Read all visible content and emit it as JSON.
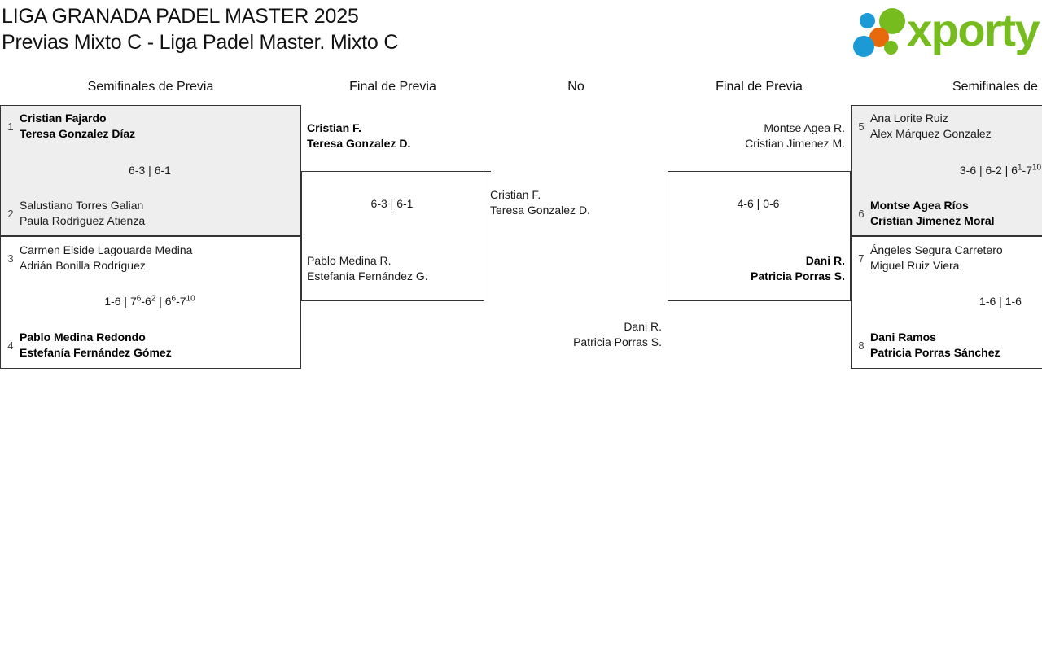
{
  "header": {
    "title_line1": "LIGA GRANADA PADEL MASTER 2025",
    "title_line2": "Previas Mixto C - Liga Padel Master. Mixto C",
    "logo_word": "xporty",
    "logo_colors": {
      "green": "#77bc1f",
      "blue": "#1b9ad6",
      "orange": "#e8690b"
    }
  },
  "rounds": [
    {
      "label": "Semifinales de Previa"
    },
    {
      "label": "Final de Previa"
    },
    {
      "label": "No"
    },
    {
      "label": "Final de Previa"
    },
    {
      "label": "Semifinales de P"
    }
  ],
  "bracket": {
    "left_semifinals": [
      {
        "shaded": true,
        "score": "6-3 | 6-1",
        "teams": [
          {
            "seed": "1",
            "player1": "Cristian Fajardo",
            "player2": "Teresa Gonzalez Díaz",
            "winner": true
          },
          {
            "seed": "2",
            "player1": "Salustiano Torres Galian",
            "player2": "Paula Rodríguez Atienza",
            "winner": false
          }
        ]
      },
      {
        "shaded": false,
        "score_parts": [
          "1-6 | 7",
          "6",
          "-6",
          "2",
          " | 6",
          "6",
          "-7",
          "10"
        ],
        "score_plain": "1-6 | 7⁶-6² | 6⁶-7¹⁰",
        "teams": [
          {
            "seed": "3",
            "player1": "Carmen Elside Lagouarde Medina",
            "player2": "Adrián Bonilla Rodríguez",
            "winner": false
          },
          {
            "seed": "4",
            "player1": "Pablo Medina Redondo",
            "player2": "Estefanía Fernández Gómez",
            "winner": true
          }
        ]
      }
    ],
    "left_final": {
      "score": "6-3 | 6-1",
      "teams": [
        {
          "player1": "Cristian F.",
          "player2": "Teresa Gonzalez D.",
          "winner": true
        },
        {
          "player1": "Pablo Medina R.",
          "player2": "Estefanía Fernández G.",
          "winner": false
        }
      ]
    },
    "center": {
      "top": {
        "player1": "Cristian F.",
        "player2": "Teresa Gonzalez D.",
        "winner": false
      },
      "bottom": {
        "player1": "Dani R.",
        "player2": "Patricia Porras S.",
        "winner": false
      }
    },
    "right_final": {
      "score": "4-6 | 0-6",
      "teams": [
        {
          "player1": "Montse Agea R.",
          "player2": "Cristian Jimenez M.",
          "winner": false
        },
        {
          "player1": "Dani R.",
          "player2": "Patricia Porras S.",
          "winner": true
        }
      ]
    },
    "right_semifinals": [
      {
        "shaded": true,
        "score_parts": [
          "3-6 | 6-2 | 6",
          "1",
          "-7",
          "10"
        ],
        "score_plain": "3-6 | 6-2 | 6¹-7¹⁰",
        "teams": [
          {
            "seed": "5",
            "player1": "Ana Lorite Ruiz",
            "player2": "Alex Márquez Gonzalez",
            "winner": false
          },
          {
            "seed": "6",
            "player1": "Montse Agea Ríos",
            "player2": "Cristian Jimenez Moral",
            "winner": true
          }
        ]
      },
      {
        "shaded": false,
        "score": "1-6 | 1-6",
        "teams": [
          {
            "seed": "7",
            "player1": "Ángeles Segura Carretero",
            "player2": "Miguel Ruiz Viera",
            "winner": false
          },
          {
            "seed": "8",
            "player1": "Dani Ramos",
            "player2": "Patricia Porras Sánchez",
            "winner": true
          }
        ]
      }
    ]
  }
}
